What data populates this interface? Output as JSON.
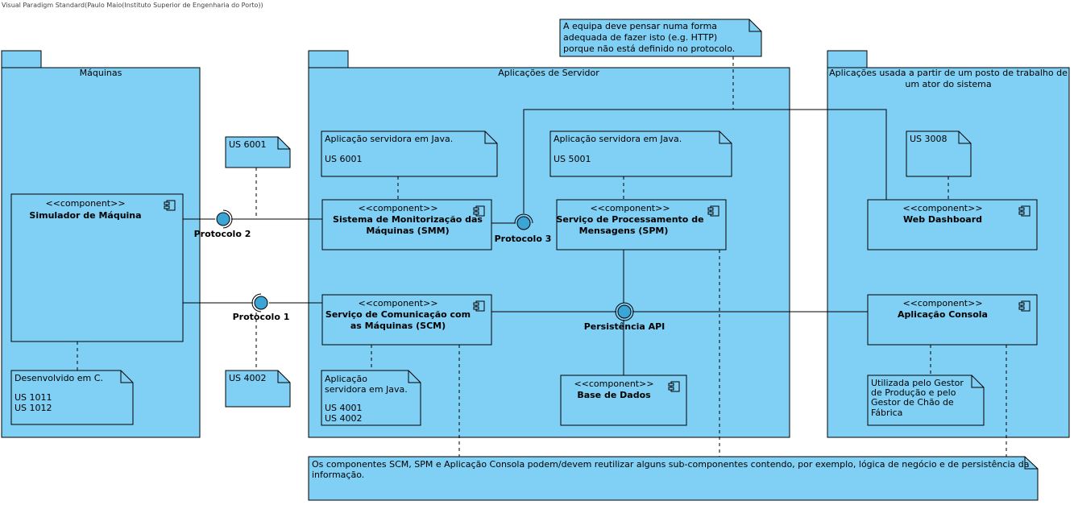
{
  "watermark": "Visual Paradigm Standard(Paulo Maio(Instituto Superior de Engenharia do Porto))",
  "packages": {
    "maquinas": "Máquinas",
    "servidor": "Aplicações de Servidor",
    "posto": [
      "Aplicações usada a partir de um posto de trabalho de",
      "um ator do sistema"
    ]
  },
  "stereotype": "<<component>>",
  "components": {
    "simulador": [
      "Simulador de Máquina"
    ],
    "smm": [
      "Sistema de Monitorização das",
      "Máquinas (SMM)"
    ],
    "spm": [
      "Serviço de Processamento de",
      "Mensagens (SPM)"
    ],
    "scm": [
      "Serviço de Comunicação com",
      "as Máquinas (SCM)"
    ],
    "bd": [
      "Base de Dados"
    ],
    "web": [
      "Web Dashboard"
    ],
    "consola": [
      "Aplicação Consola"
    ]
  },
  "interfaces": {
    "p2": "Protocolo 2",
    "p3": "Protocolo 3",
    "p1": "Protocolo 1",
    "api": "Persistência API"
  },
  "notes": {
    "top": [
      "A equipa deve pensar numa forma",
      "adequada de fazer isto (e.g. HTTP)",
      "porque não está definido no protocolo."
    ],
    "us6001": [
      "US 6001"
    ],
    "smm": [
      "Aplicação servidora em Java.",
      "",
      "US 6001"
    ],
    "spm": [
      "Aplicação servidora em Java.",
      "",
      "US 5001"
    ],
    "us3008": [
      "US 3008"
    ],
    "sim": [
      "Desenvolvido em C.",
      "",
      "US 1011",
      "US 1012"
    ],
    "us4002": [
      "US 4002"
    ],
    "scm": [
      "Aplicação",
      "servidora em Java.",
      "",
      "US 4001",
      "US 4002"
    ],
    "consola": [
      "Utilizada pelo Gestor",
      "de Produção e pelo",
      "Gestor de Chão de",
      "Fábrica"
    ],
    "bottom": [
      "Os componentes SCM, SPM e Aplicação Consola podem/devem reutilizar alguns sub-componentes contendo, por exemplo, lógica de negócio e de persistência da",
      "informação."
    ]
  }
}
